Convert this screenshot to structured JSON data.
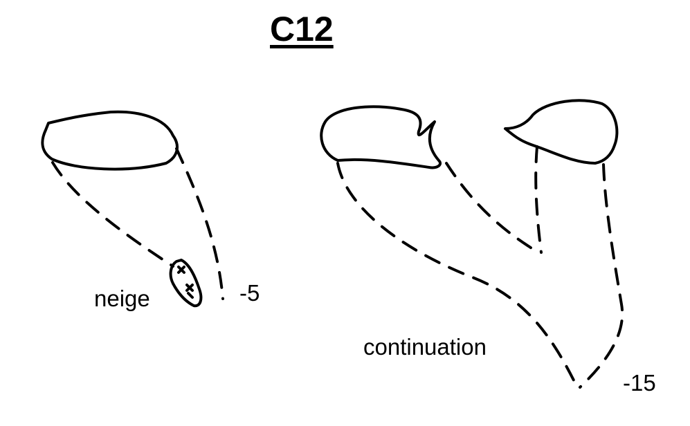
{
  "title": "C12",
  "labels": {
    "snow": "neige",
    "depth_left": "-5",
    "continuation": "continuation",
    "depth_right": "-15"
  }
}
